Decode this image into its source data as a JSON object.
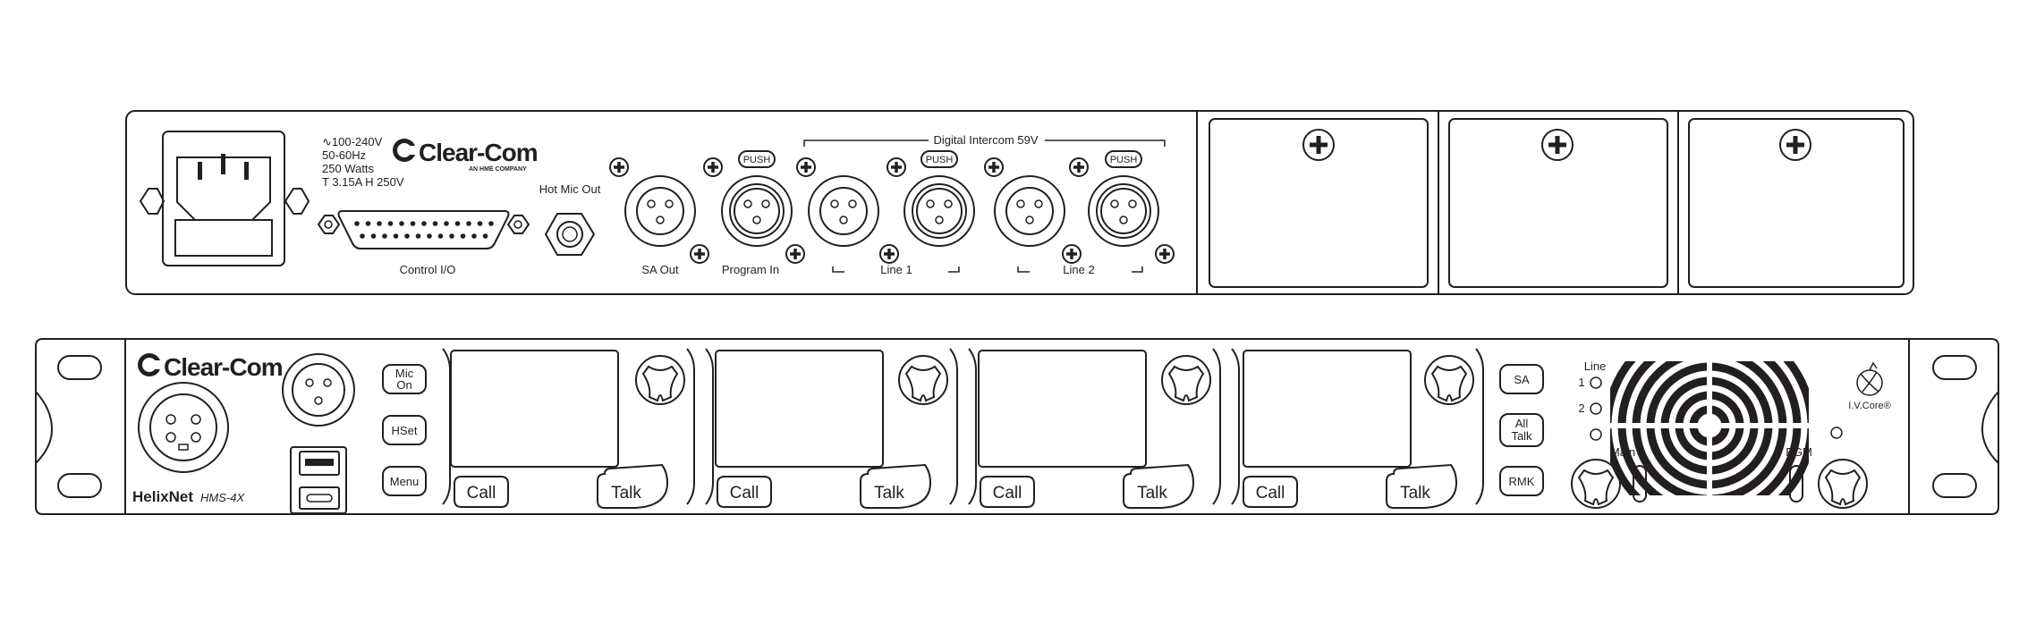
{
  "rear_panel": {
    "power": {
      "voltage": "100-240V",
      "frequency": "50-60Hz",
      "power": "250 Watts",
      "fuse": "T 3.15A H 250V"
    },
    "brand": "Clear-Com",
    "brand_subtitle": "AN HME COMPANY",
    "control_io_label": "Control I/O",
    "hot_mic_label": "Hot Mic Out",
    "sa_out_label": "SA Out",
    "program_in_label": "Program In",
    "digital_intercom_label": "Digital Intercom 59V",
    "line1_label": "Line 1",
    "line2_label": "Line 2",
    "push_label": "PUSH"
  },
  "front_panel": {
    "brand": "Clear-Com",
    "model": "HelixNet",
    "model_number": "HMS-4X",
    "mic_on_line1": "Mic",
    "mic_on_line2": "On",
    "hset_label": "HSet",
    "menu_label": "Menu",
    "channels": [
      {
        "call": "Call",
        "talk": "Talk"
      },
      {
        "call": "Call",
        "talk": "Talk"
      },
      {
        "call": "Call",
        "talk": "Talk"
      },
      {
        "call": "Call",
        "talk": "Talk"
      }
    ],
    "sa_label": "SA",
    "all_talk_line1": "All",
    "all_talk_line2": "Talk",
    "rmk_label": "RMK",
    "line_label": "Line",
    "line_1": "1",
    "line_2": "2",
    "main_label": "Main",
    "pgm_label": "PGM",
    "ivcore_label": "I.V.Core®"
  }
}
